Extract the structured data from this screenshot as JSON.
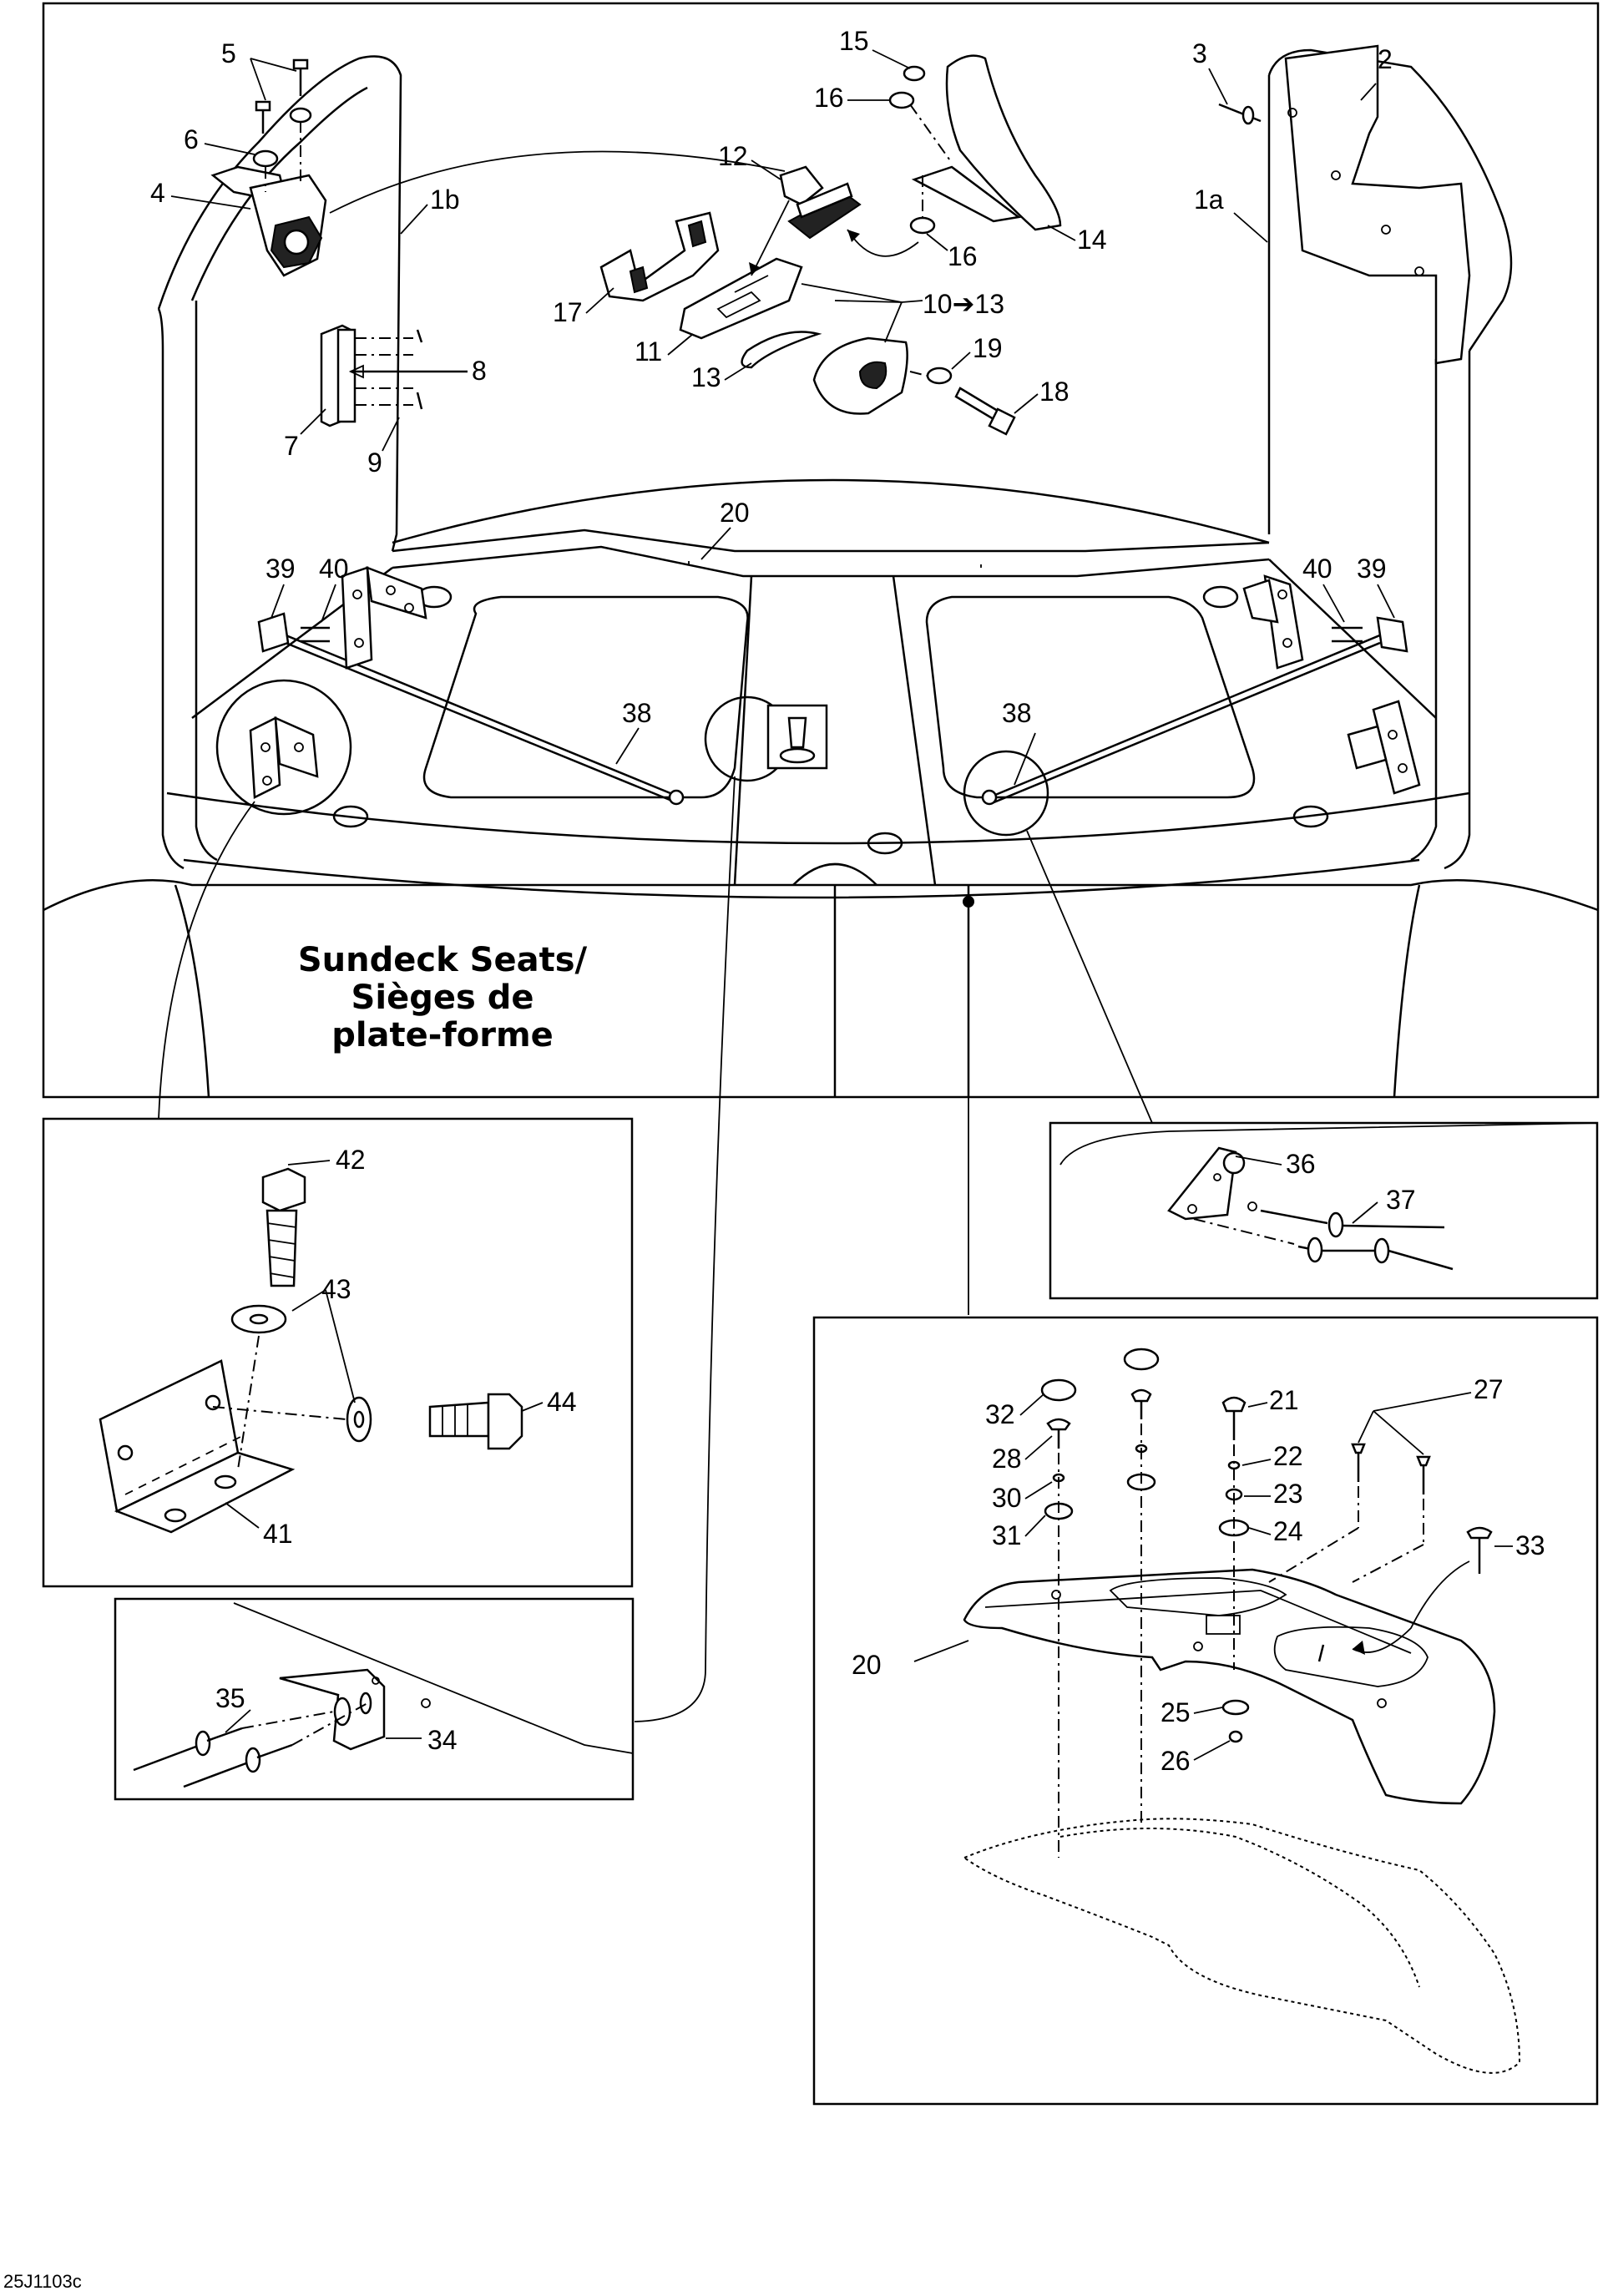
{
  "title": {
    "line1": "Sundeck Seats/",
    "line2": "Sièges de",
    "line3": "plate-forme"
  },
  "figure_code": "25J1103c",
  "callouts": {
    "c1a": "1a",
    "c1b": "1b",
    "c2": "2",
    "c3": "3",
    "c4": "4",
    "c5": "5",
    "c6": "6",
    "c7": "7",
    "c8": "8",
    "c9": "9",
    "c10_13": "10➔13",
    "c11": "11",
    "c12": "12",
    "c13": "13",
    "c14": "14",
    "c15": "15",
    "c16a": "16",
    "c16b": "16",
    "c17": "17",
    "c18": "18",
    "c19": "19",
    "c20a": "20",
    "c20b": "20",
    "c21": "21",
    "c22": "22",
    "c23": "23",
    "c24": "24",
    "c25": "25",
    "c26": "26",
    "c27": "27",
    "c28": "28",
    "c30": "30",
    "c31": "31",
    "c32": "32",
    "c33": "33",
    "c34": "34",
    "c35": "35",
    "c36": "36",
    "c37": "37",
    "c38a": "38",
    "c38b": "38",
    "c39a": "39",
    "c39b": "39",
    "c40a": "40",
    "c40b": "40",
    "c41": "41",
    "c42": "42",
    "c43": "43",
    "c44": "44"
  }
}
